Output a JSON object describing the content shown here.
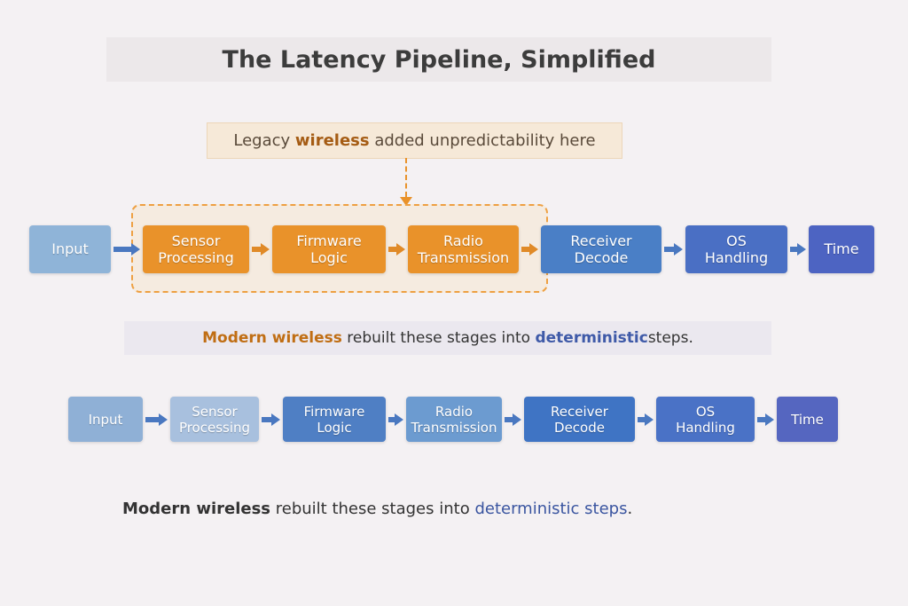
{
  "title": "The Latency Pipeline, Simplified",
  "callout": {
    "prefix": "Legacy ",
    "emph": "wireless",
    "suffix": " added unpredictability here"
  },
  "row1": [
    {
      "label": "Input",
      "color": "#8fb4d8"
    },
    {
      "label": "Sensor Processing",
      "color": "#e9922a"
    },
    {
      "label": "Firmware Logic",
      "color": "#e9922a"
    },
    {
      "label": "Radio Transmission",
      "color": "#e9922a"
    },
    {
      "label": "Receiver Decode",
      "color": "#4a7fc6"
    },
    {
      "label": "OS Handling",
      "color": "#4a6fc4"
    },
    {
      "label": "Time",
      "color": "#4d64c2"
    }
  ],
  "middle": {
    "emph1": "Modern wireless",
    "mid": " rebuilt these stages into ",
    "emph2": "deterministic",
    "suffix": " steps."
  },
  "row2": [
    {
      "label": "Input",
      "color": "#8fb0d6"
    },
    {
      "label": "Sensor Processing",
      "color": "#a8c0de"
    },
    {
      "label": "Firmware Logic",
      "color": "#4f7fc4"
    },
    {
      "label": "Radio Transmission",
      "color": "#6c9bd0"
    },
    {
      "label": "Receiver Decode",
      "color": "#3f74c4"
    },
    {
      "label": "OS Handling",
      "color": "#4a72c6"
    },
    {
      "label": "Time",
      "color": "#5566c0"
    }
  ],
  "bottom": {
    "emph1": "Modern wireless",
    "mid": " rebuilt these stages into ",
    "emph2": "deterministic steps",
    "suffix": "."
  }
}
